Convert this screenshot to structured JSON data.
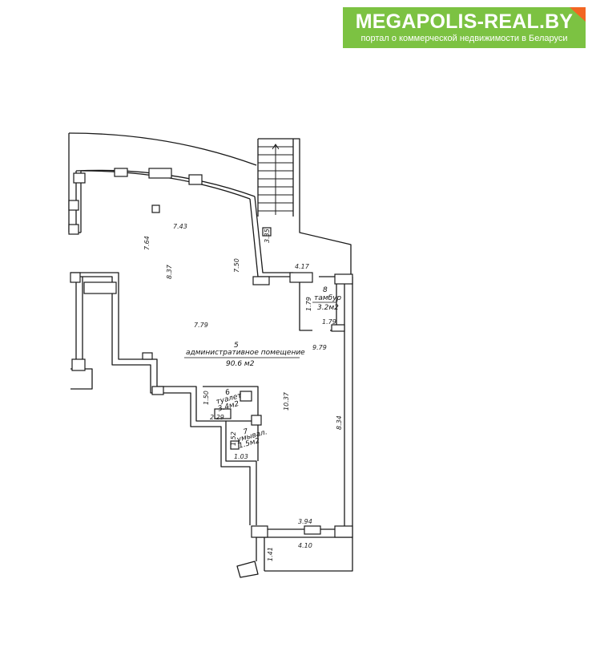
{
  "banner": {
    "title": "MEGAPOLIS-REAL.BY",
    "subtitle": "портал о коммерческой недвижимости в Беларуси",
    "bg_color": "#7cc242",
    "corner_color": "#f26522"
  },
  "rooms": {
    "main": {
      "number": "5",
      "name": "административное помещение",
      "area": "90.6 м2"
    },
    "vestibule": {
      "number": "8",
      "name": "тамбур",
      "area": "3.2м2"
    },
    "toilet": {
      "number": "6",
      "name": "туалет",
      "area": "3.4м2"
    },
    "washroom": {
      "number": "7",
      "name": "умывал.",
      "area": "1.5м2"
    }
  },
  "dims": {
    "d743": "7.43",
    "d764": "7.64",
    "d837": "8.37",
    "d750": "7.50",
    "d335": "3.35",
    "d417": "4.17",
    "d179a": "1.79",
    "d179b": "1.79",
    "d779": "7.79",
    "d979": "9.79",
    "d150": "1.50",
    "d229": "2.29",
    "d1037": "10.37",
    "d834": "8.34",
    "d152": "1.52",
    "d103": "1.03",
    "d394": "3.94",
    "d410": "4.10",
    "d141": "1.41"
  }
}
